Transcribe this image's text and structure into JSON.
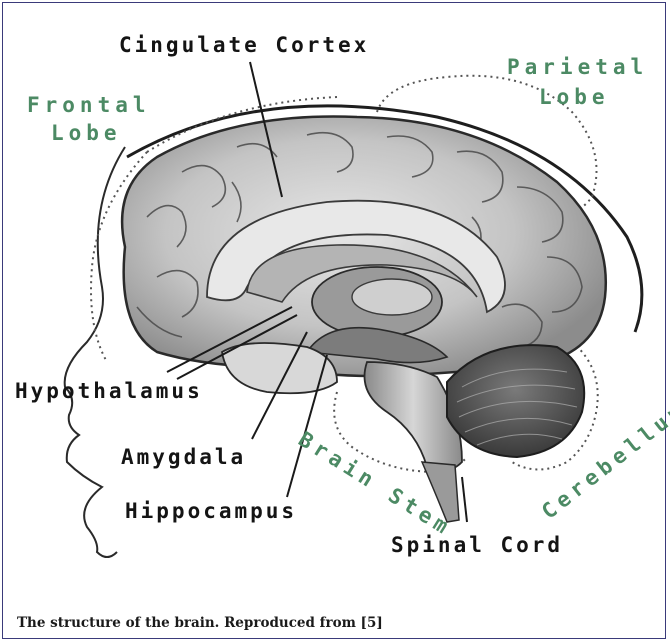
{
  "figure": {
    "labels": {
      "cingulate_cortex": "Cingulate Cortex",
      "frontal_lobe_line1": "Frontal",
      "frontal_lobe_line2": "Lobe",
      "parietal_lobe_line1": "Parietal",
      "parietal_lobe_line2": "Lobe",
      "hypothalamus": "Hypothalamus",
      "amygdala": "Amygdala",
      "hippocampus": "Hippocampus",
      "brain_stem": "Brain Stem",
      "cerebellum": "Cerebellum",
      "spinal_cord": "Spinal Cord"
    },
    "colors": {
      "structure_label": "#141414",
      "lobe_label": "#4c8a64",
      "brain_fill": "#c8c8c8",
      "outline": "#2a2a2a",
      "border": "#3a3a7a"
    }
  },
  "caption": "The structure of the brain. Reproduced from [5]"
}
